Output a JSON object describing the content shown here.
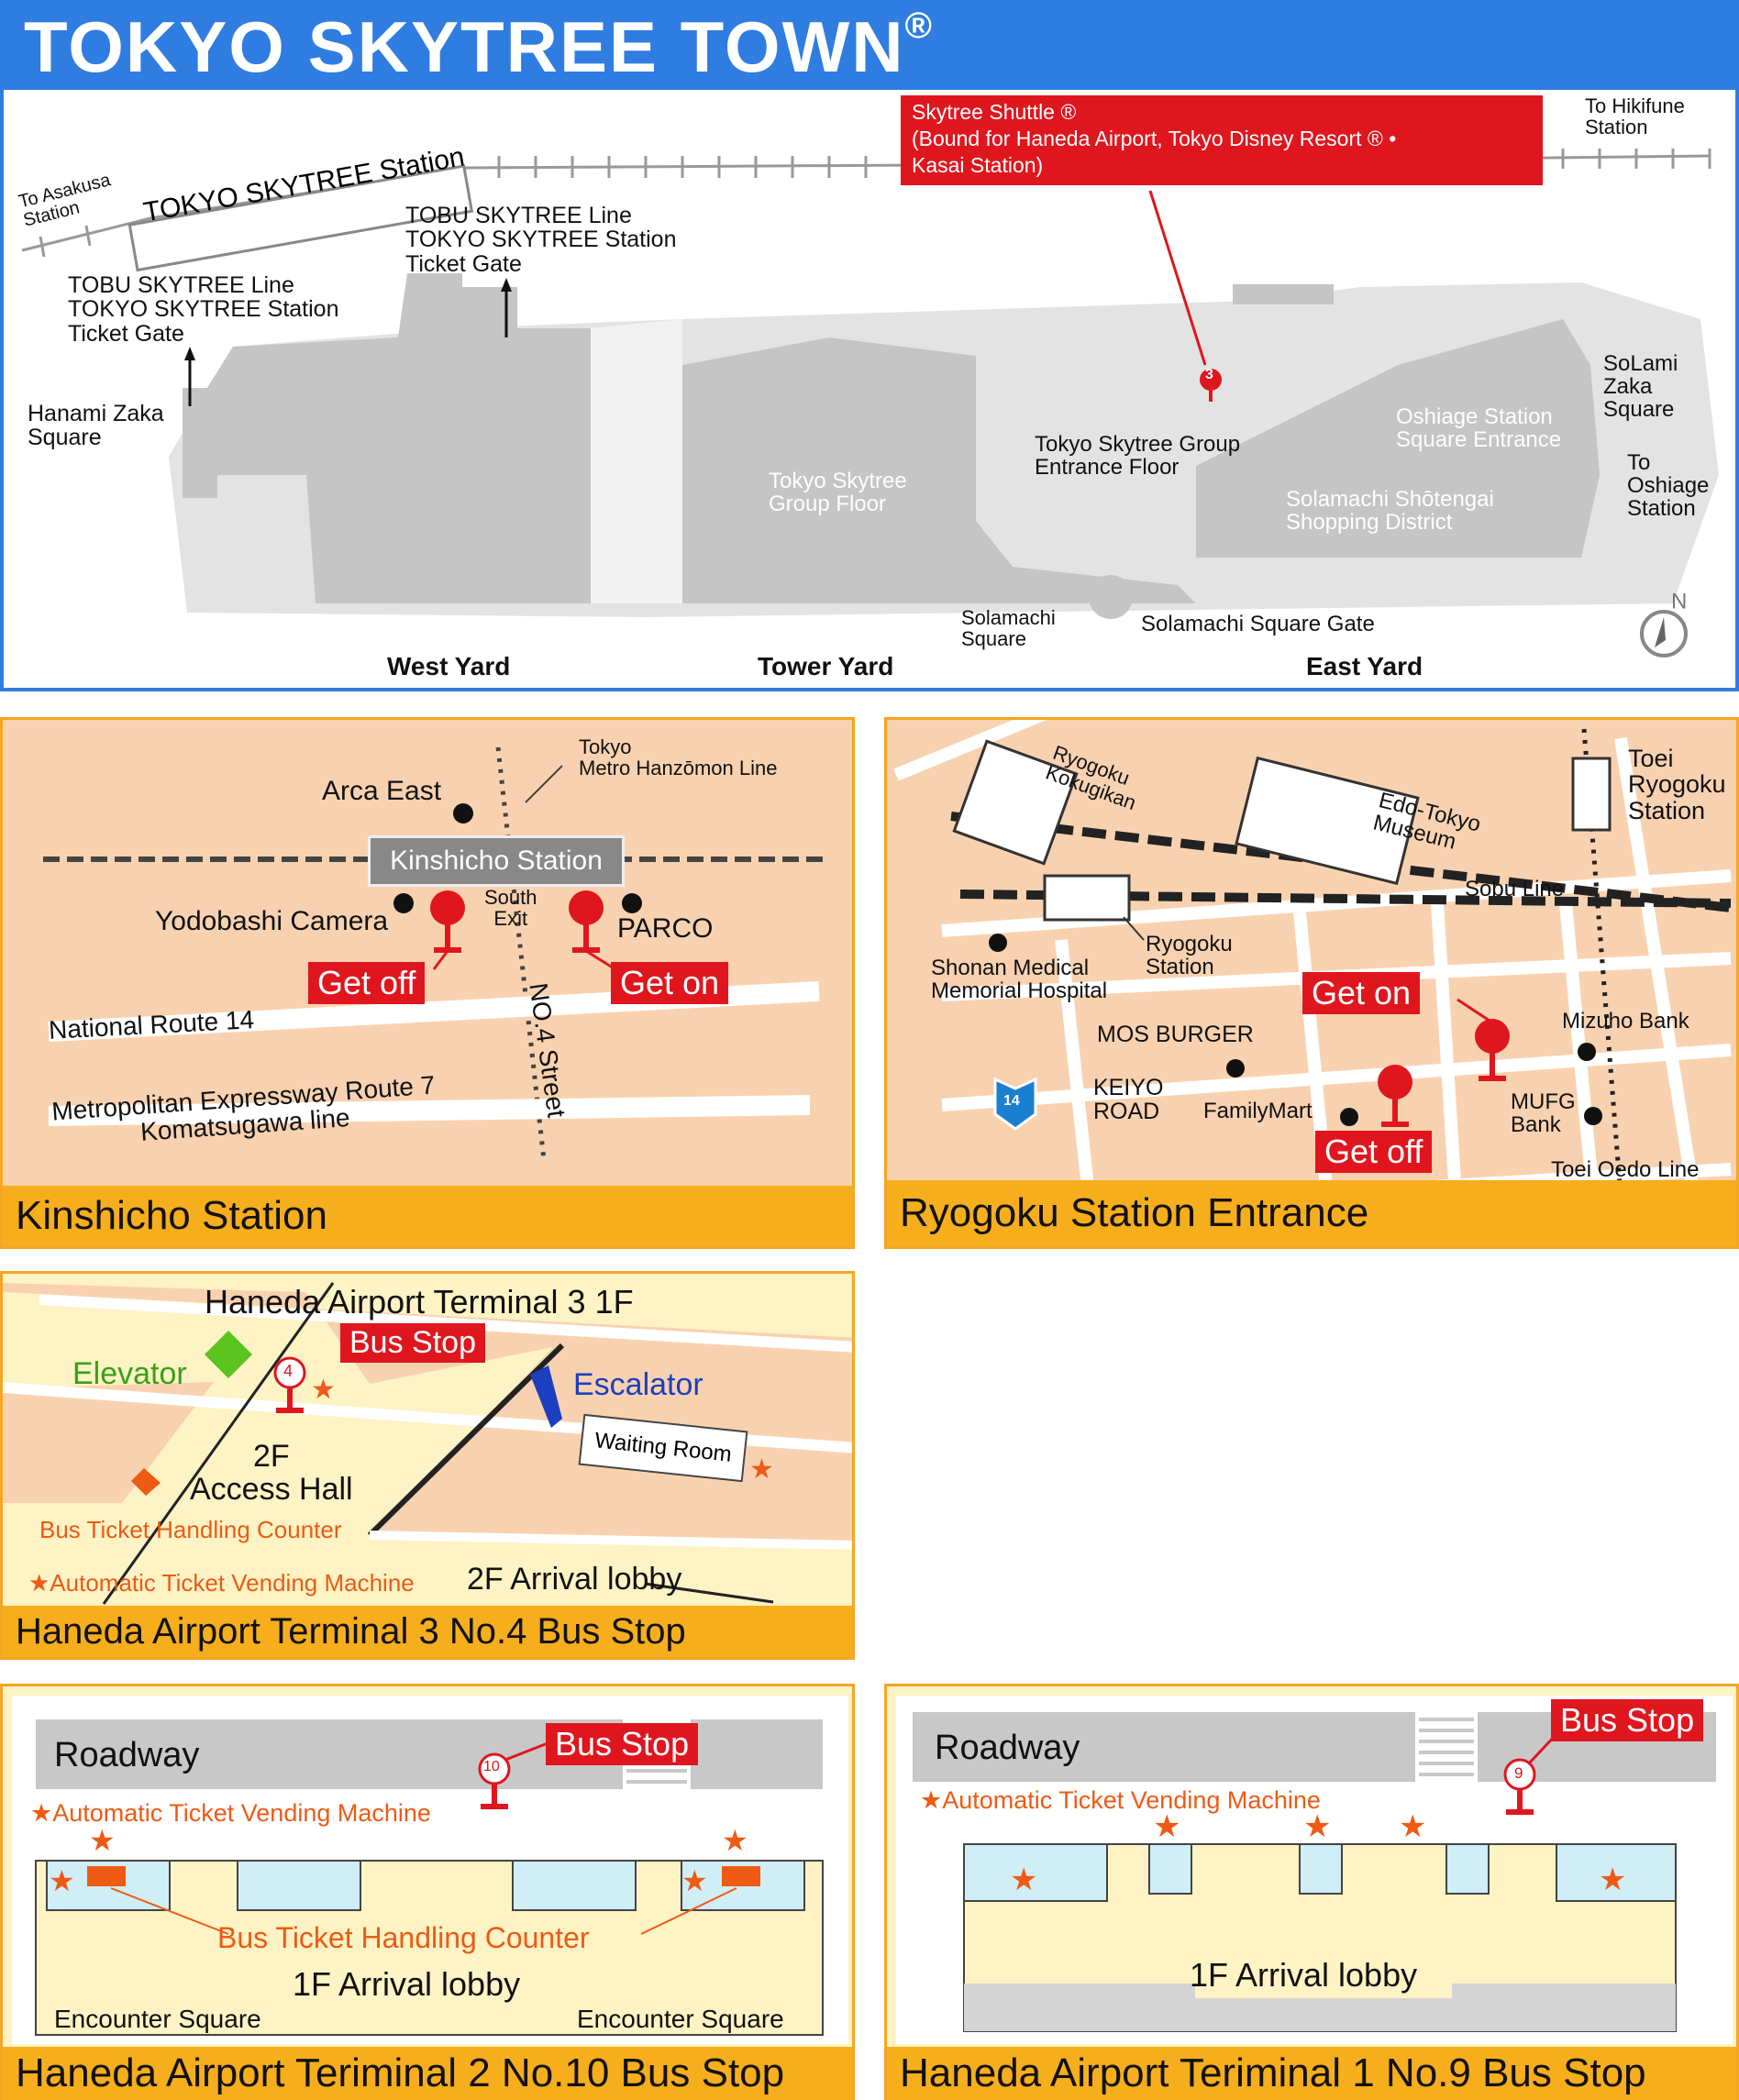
{
  "header": {
    "title": "TOKYO SKYTREE TOWN",
    "reg_mark": "®"
  },
  "main_map": {
    "shuttle_box": {
      "line1": "Skytree Shuttle ®",
      "line2": "(Bound for Haneda Airport, Tokyo Disney Resort ® •",
      "line3": "Kasai Station)"
    },
    "stop_number": "3",
    "to_hikifune": "To Hikifune\nStation",
    "to_asakusa": "To Asakusa\nStation",
    "skytree_station_label": "TOKYO SKYTREE Station",
    "tobu_gate_upper": "TOBU SKYTREE Line\nTOKYO SKYTREE Station\nTicket Gate",
    "tobu_gate_left": "TOBU SKYTREE Line\nTOKYO SKYTREE Station\nTicket Gate",
    "hanami_zaka": "Hanami Zaka\nSquare",
    "solami_zaka": "SoLami\nZaka\nSquare",
    "oshiage_entrance": "Oshiage Station\nSquare Entrance",
    "to_oshiage": "To\nOshiage\nStation",
    "group_floor": "Tokyo Skytree\nGroup Floor",
    "group_entrance": "Tokyo Skytree Group\nEntrance Floor",
    "shotengai": "Solamachi Shōtengai\nShopping District",
    "solamachi_square": "Solamachi\nSquare",
    "solamachi_gate": "Solamachi Square Gate",
    "west_yard": "West Yard",
    "tower_yard": "Tower Yard",
    "east_yard": "East Yard",
    "compass_letter": "N"
  },
  "kinshicho": {
    "caption": "Kinshicho Station",
    "station": "Kinshicho Station",
    "arca_east": "Arca East",
    "metro_line": "Tokyo\nMetro Hanzōmon Line",
    "south_exit": "South\nExit",
    "yodobashi": "Yodobashi Camera",
    "parco": "PARCO",
    "get_off": "Get off",
    "get_on": "Get on",
    "route14": "National Route 14",
    "expressway": "Metropolitan Expressway Route 7\nKomatsugawa line",
    "street": "NO.4 Street"
  },
  "ryogoku": {
    "caption": "Ryogoku Station Entrance",
    "kokugikan": "Ryogoku\nKokugikan",
    "museum": "Edo-Tokyo\nMuseum",
    "toei_station": "Toei\nRyogoku\nStation",
    "sobu_line": "Sobu Line",
    "ryogoku_station": "Ryogoku\nStation",
    "shonan": "Shonan Medical\nMemorial Hospital",
    "get_on": "Get on",
    "get_off": "Get off",
    "mos": "MOS BURGER",
    "mizuho": "Mizuho Bank",
    "keiyo": "KEIYO\nROAD",
    "familymart": "FamilyMart",
    "mufg": "MUFG\nBank",
    "oedo": "Toei Oedo Line",
    "route_sign": "14"
  },
  "terminal3": {
    "caption": "Haneda Airport Terminal 3 No.4 Bus Stop",
    "title": "Haneda Airport Terminal 3 1F",
    "bus_stop": "Bus Stop",
    "elevator": "Elevator",
    "escalator": "Escalator",
    "waiting_room": "Waiting Room",
    "access_hall": "2F\nAccess Hall",
    "counter": "Bus Ticket Handling Counter",
    "vending": "★Automatic Ticket Vending Machine",
    "arrival": "2F Arrival lobby",
    "stop_number": "4"
  },
  "terminal2": {
    "caption": "Haneda Airport Teriminal 2 No.10 Bus Stop",
    "roadway": "Roadway",
    "bus_stop": "Bus Stop",
    "vending": "★Automatic Ticket Vending Machine",
    "counter": "Bus Ticket Handling Counter",
    "arrival": "1F Arrival lobby",
    "encounter_left": "Encounter Square",
    "encounter_right": "Encounter Square",
    "stop_number": "10"
  },
  "terminal1": {
    "caption": "Haneda Airport Teriminal 1 No.9 Bus Stop",
    "roadway": "Roadway",
    "bus_stop": "Bus Stop",
    "vending": "★Automatic Ticket Vending Machine",
    "arrival": "1F Arrival lobby",
    "stop_number": "9"
  },
  "colors": {
    "header_blue": "#2f7de1",
    "caption_orange": "#f7ae1c",
    "peach": "#f8d2b0",
    "red": "#e0161e",
    "accent_orange": "#ef5a14",
    "lightblue": "#cfeef5",
    "cream": "#fdf3c4"
  }
}
